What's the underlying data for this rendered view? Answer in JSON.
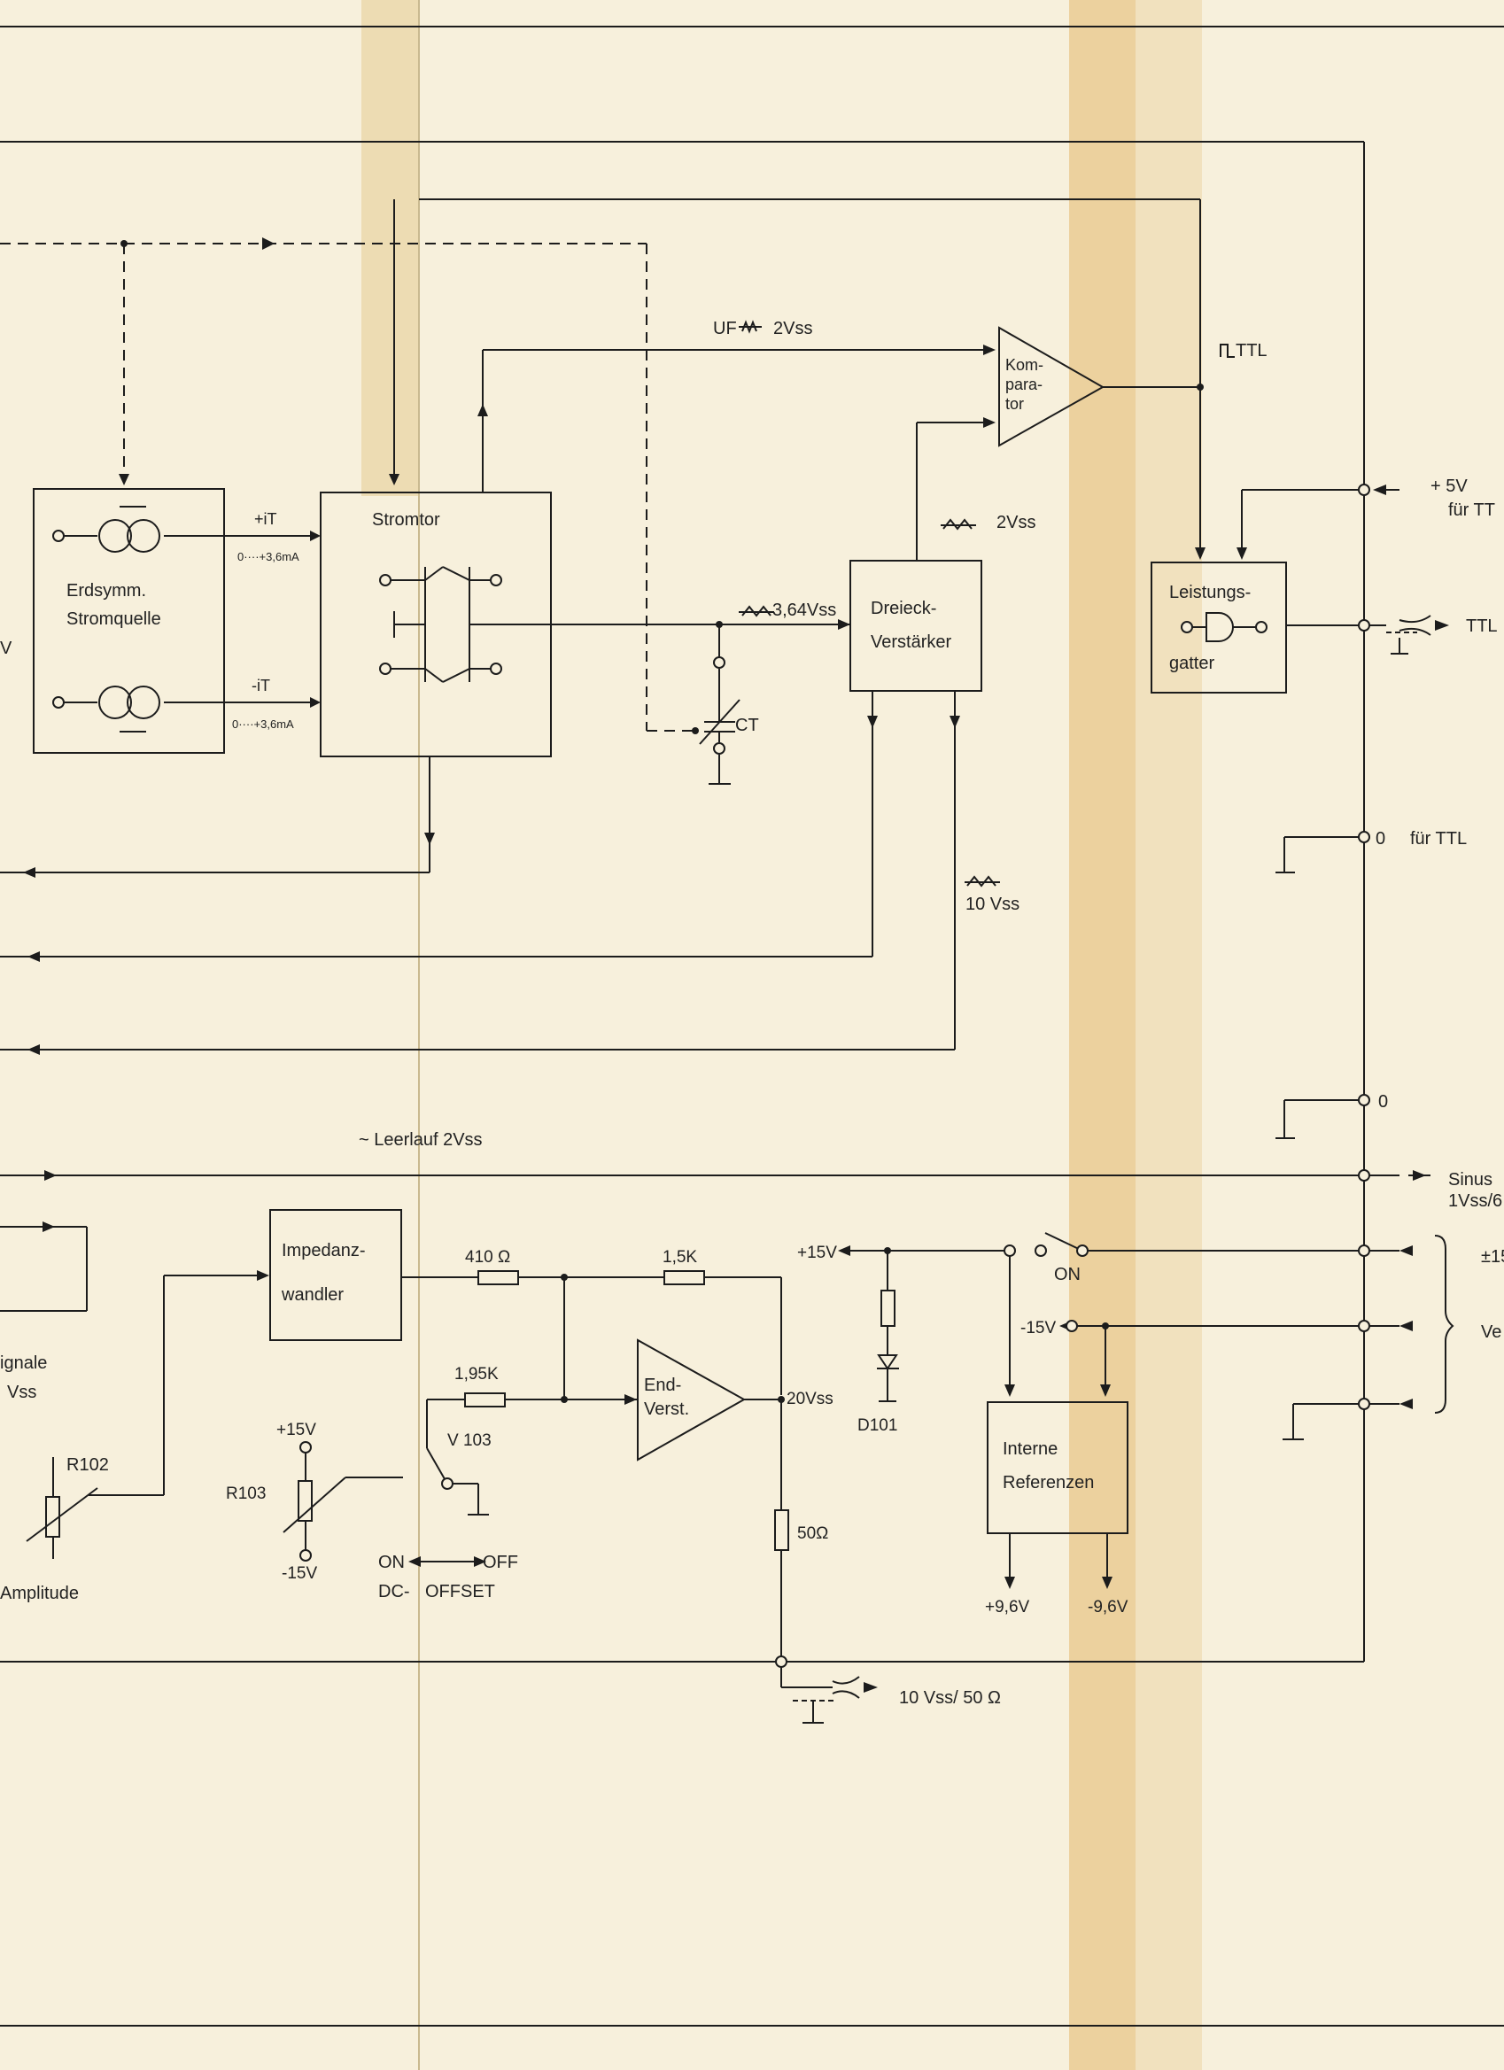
{
  "texts": {
    "uf_2vss": "UF",
    "uf_2vss_val": "2Vss",
    "ttl_top": "TTL",
    "plus5v": "+ 5V",
    "fuer_ttl_top": "für TT",
    "komparator": "Kom- para- tor",
    "tri_2vss": "2Vss",
    "plus_it": "+iT",
    "range1": "0····+3,6mA",
    "minus_it": "-iT",
    "range2": "0····+3,6mA",
    "erdsymm": "Erdsymm.",
    "stromquelle": "Stromquelle",
    "stromtor": "Stromtor",
    "tri_364": "3,64Vss",
    "dreieck1": "Dreieck-",
    "dreieck2": "Verstärker",
    "ct": "CT",
    "leistungs1": "Leistungs-",
    "leistungs2": "gatter",
    "ttl_out": "TTL",
    "v_left": "V",
    "zero_ttl": "0",
    "fuer_ttl_mid": "für TTL",
    "tri_10vss": "10 Vss",
    "zero2": "0",
    "leerlauf": "~ Leerlauf  2Vss",
    "sinus1": "Sinus",
    "sinus2": "1Vss/6",
    "impedanz1": "Impedanz-",
    "impedanz2": "wandler",
    "r410": "410 Ω",
    "r15k": "1,5K",
    "plus15v_a": "+15V",
    "on_sw": "ON",
    "pm15": "±15",
    "ve": "Ve",
    "minus15v_a": "-15V",
    "r195k": "1,95K",
    "end1": "End-",
    "end2": "Verst.",
    "vss20": "20Vss",
    "d101": "D101",
    "interne1": "Interne",
    "interne2": "Referenzen",
    "ignale": "ignale",
    "vss_left": "Vss",
    "r102": "R102",
    "plus15v_b": "+15V",
    "v103": "V 103",
    "r103": "R103",
    "minus15v_b": "-15V",
    "on_dc": "ON",
    "off_dc": "OFF",
    "dc": "DC-",
    "offset": "OFFSET",
    "r50": "50Ω",
    "plus96": "+9,6V",
    "minus96": "-9,6V",
    "amplitude": "Amplitude",
    "out_10vss": "10 Vss/ 50 Ω"
  },
  "colors": {
    "paper": "#f7f0dc",
    "ink": "#1c1c1c",
    "tape": "#e8c98e"
  }
}
